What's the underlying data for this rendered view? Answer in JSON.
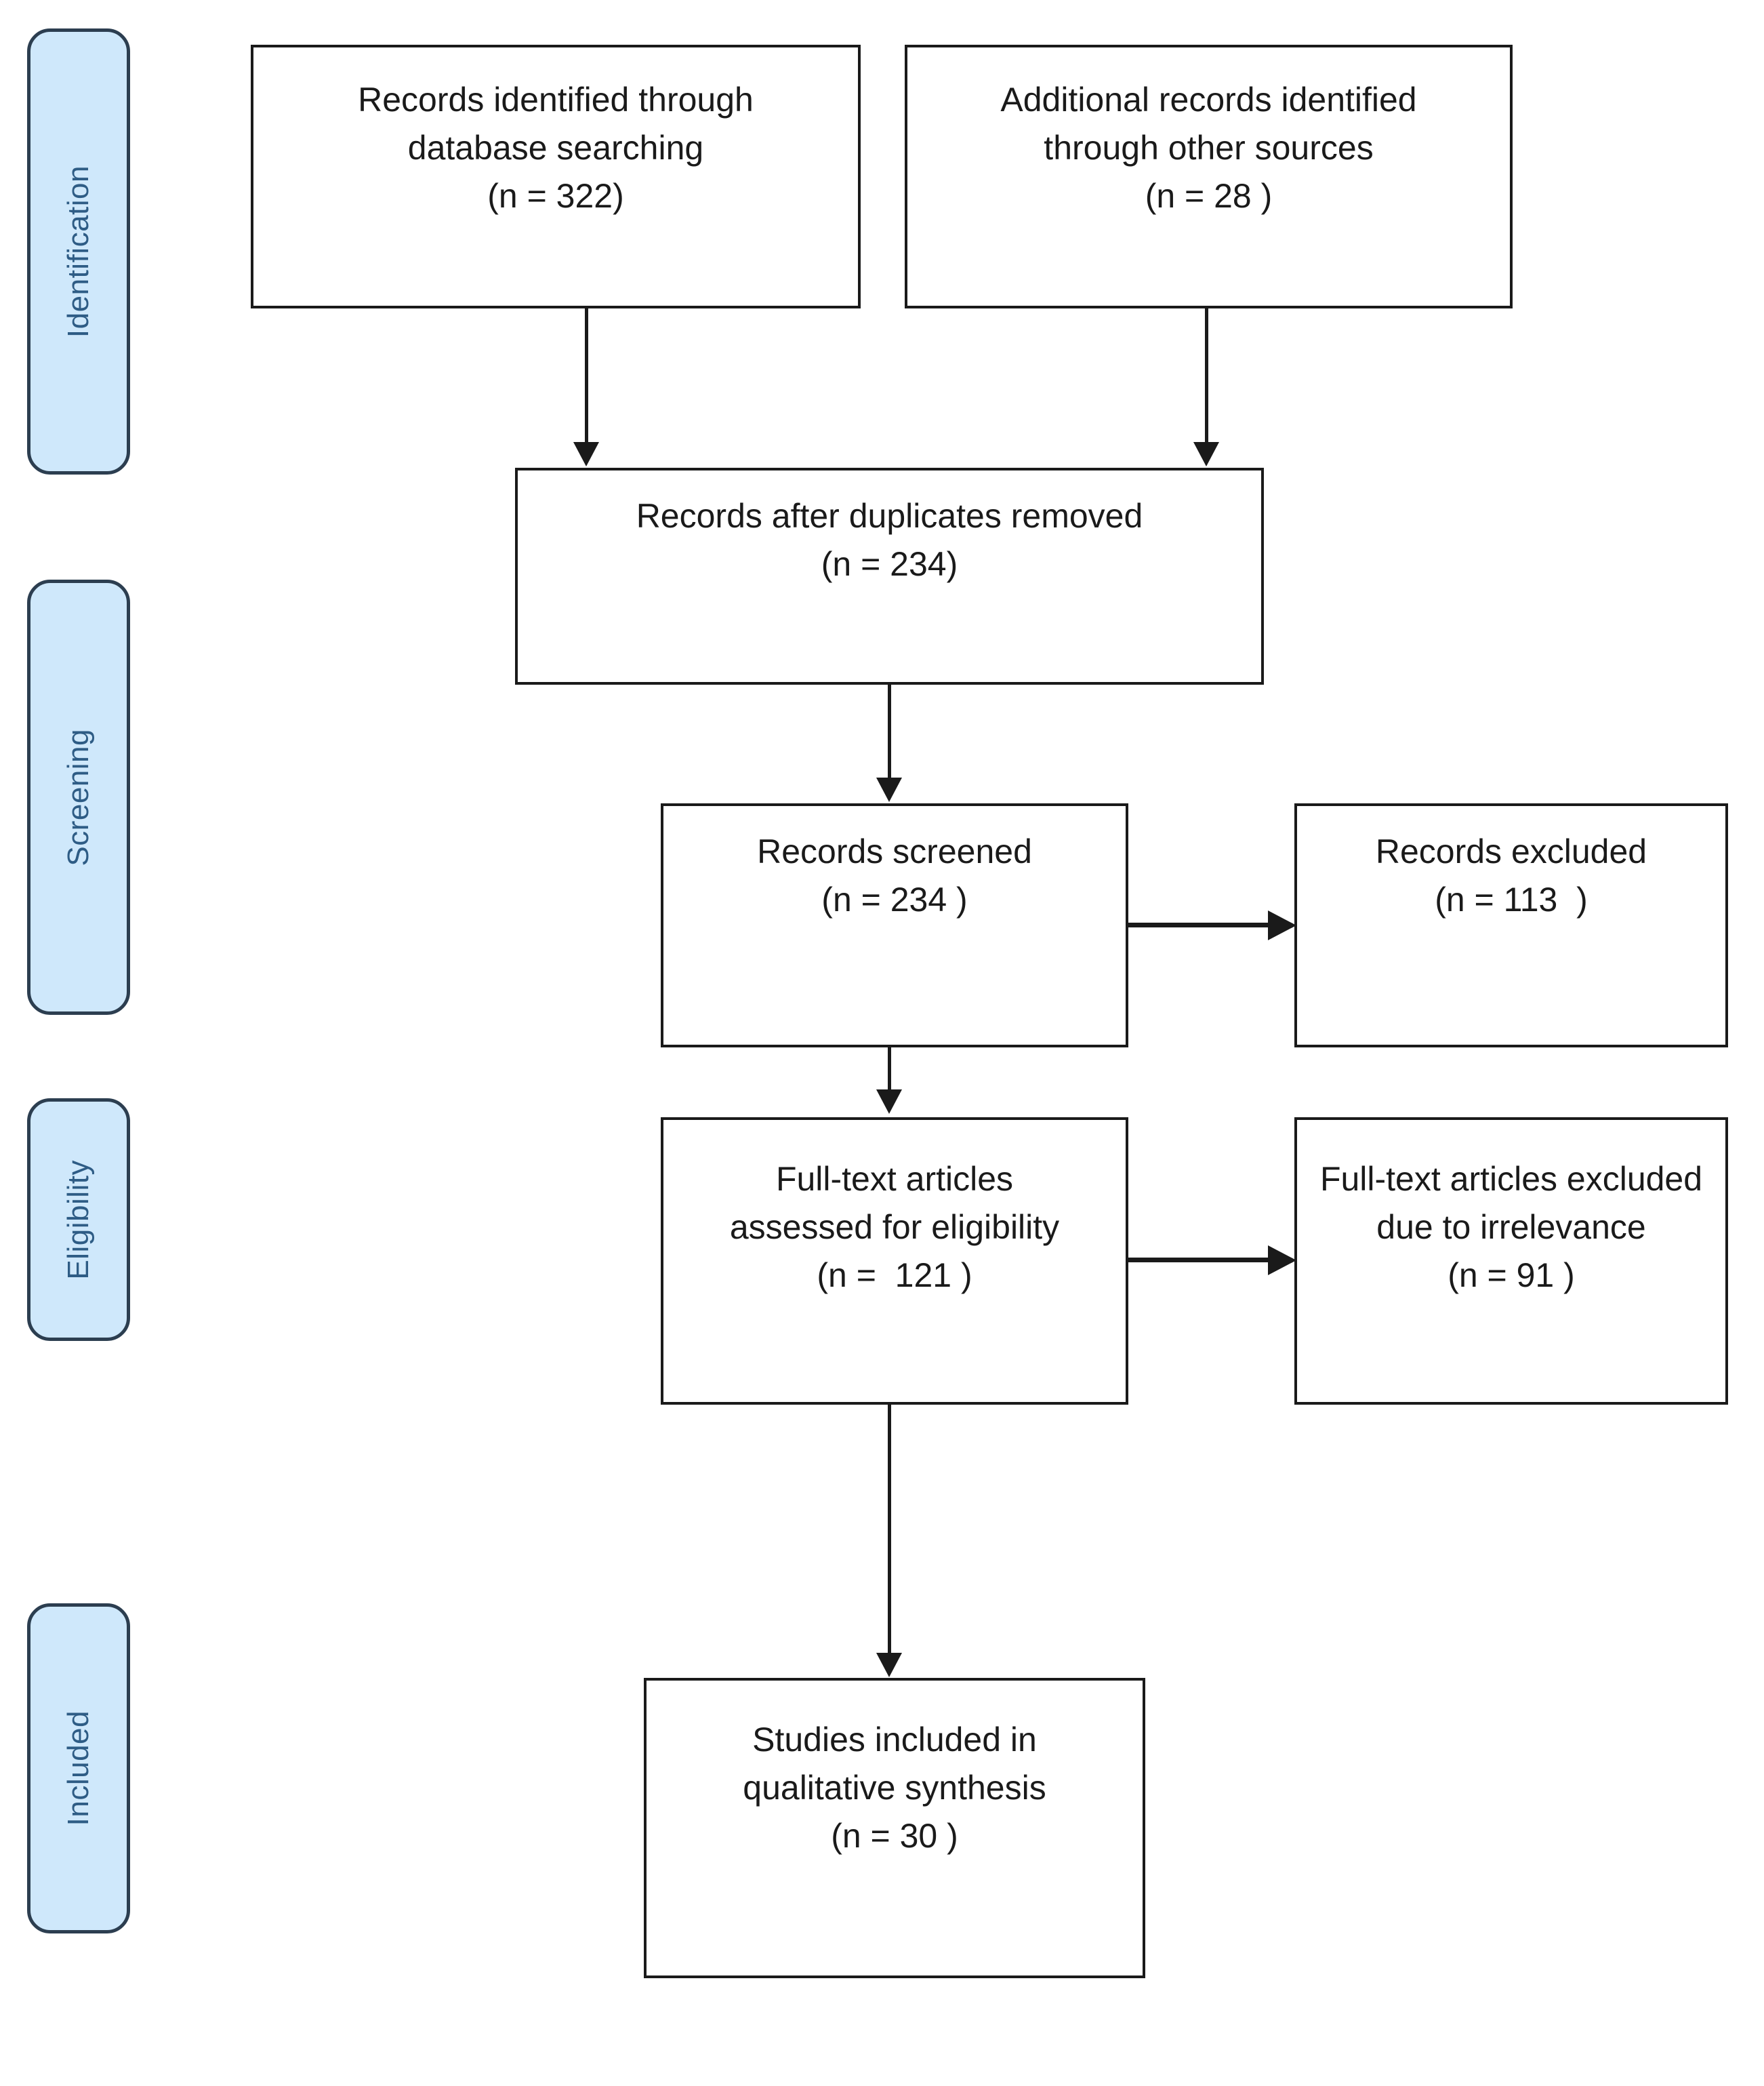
{
  "diagram": {
    "title": "PRISMA flow diagram",
    "colors": {
      "stage_fill": "#cfe8fb",
      "stage_border": "#2c3e50",
      "stage_text": "#2e5c85",
      "box_border": "#1a1a1a",
      "box_fill": "#ffffff",
      "connector": "#1a1a1a",
      "background": "#ffffff"
    },
    "stages": [
      {
        "id": "identification",
        "label": "Identification"
      },
      {
        "id": "screening",
        "label": "Screening"
      },
      {
        "id": "eligibility",
        "label": "Eligibility"
      },
      {
        "id": "included",
        "label": "Included"
      }
    ],
    "boxes": [
      {
        "id": "records-identified-database",
        "text": "Records identified through\ndatabase searching\n(n = 322)",
        "count_label": "(n = 322)"
      },
      {
        "id": "additional-records-other-sources",
        "text": "Additional records identified\nthrough other sources\n(n = 28 )",
        "count_label": "(n = 28 )"
      },
      {
        "id": "records-after-duplicates-removed",
        "text": "Records after duplicates removed\n(n = 234)",
        "count_label": "(n = 234)"
      },
      {
        "id": "records-screened",
        "text": "Records screened\n(n = 234 )",
        "count_label": "(n = 234 )"
      },
      {
        "id": "records-excluded",
        "text": "Records excluded\n(n = 113  )",
        "count_label": "(n = 113  )"
      },
      {
        "id": "full-text-articles-assessed",
        "text": "Full-text articles\nassessed for eligibility\n(n =  121 )",
        "count_label": "(n =  121 )"
      },
      {
        "id": "full-text-articles-excluded",
        "text": "Full-text articles excluded\ndue to irrelevance\n(n = 91 )",
        "count_label": "(n = 91 )"
      },
      {
        "id": "studies-included-qualitative-synthesis",
        "text": "Studies included in\nqualitative synthesis\n(n = 30 )",
        "count_label": "(n = 30 )"
      }
    ]
  }
}
